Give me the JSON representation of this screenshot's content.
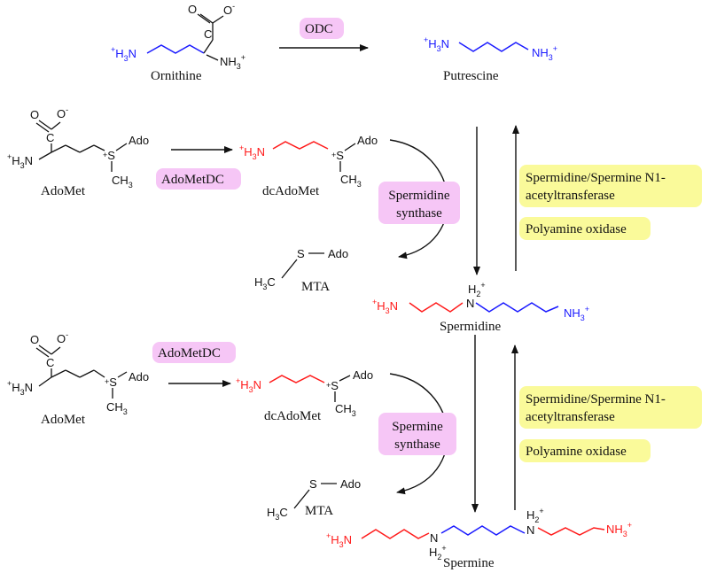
{
  "enzymes": {
    "odc": "ODC",
    "adometdc_1": "AdoMetDC",
    "adometdc_2": "AdoMetDC",
    "spermidine_synthase": [
      "Spermidine",
      "synthase"
    ],
    "spermine_synthase": [
      "Spermine",
      "synthase"
    ],
    "ssat_1": [
      "Spermidine/Spermine N1-",
      "acetyltransferase"
    ],
    "pao_1": "Polyamine oxidase",
    "ssat_2": [
      "Spermidine/Spermine N1-",
      "acetyltransferase"
    ],
    "pao_2": "Polyamine oxidase"
  },
  "compounds": {
    "ornithine": "Ornithine",
    "putrescine": "Putrescine",
    "adomet_1": "AdoMet",
    "dcadomet_1": "dcAdoMet",
    "mta_1": "MTA",
    "spermidine": "Spermidine",
    "adomet_2": "AdoMet",
    "dcadomet_2": "dcAdoMet",
    "mta_2": "MTA",
    "spermine": "Spermine"
  },
  "atoms": {
    "o": "O",
    "o_minus": "O",
    "minus": "-",
    "plus": "+",
    "h3n": "H",
    "h3n_sub": "3",
    "n": "N",
    "nh3": "NH",
    "three": "3",
    "ch3": "CH",
    "s": "S",
    "ado": "Ado",
    "h3c": "H",
    "c": "C",
    "h2": "H",
    "two": "2"
  },
  "colors": {
    "putrescine_chain": "#1a1aff",
    "aminopropyl_chain": "#ff1a1a",
    "enzyme_pink": "#f6c6f6",
    "enzyme_yellow": "#fafa9a"
  }
}
